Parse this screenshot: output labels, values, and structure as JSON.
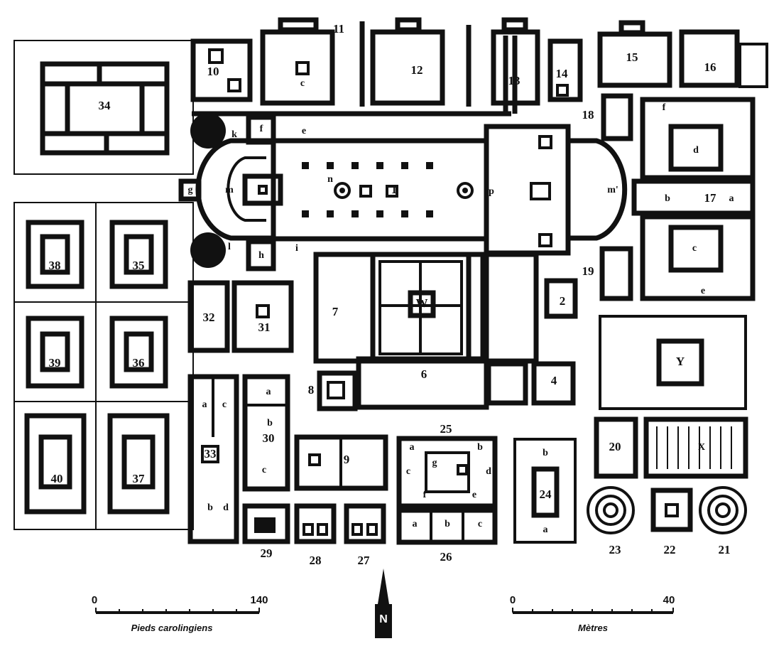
{
  "labels": {
    "b1": "1",
    "b2": "2",
    "b4": "4",
    "b6": "6",
    "b7": "7",
    "b8": "8",
    "b9": "9",
    "b10": "10",
    "b11": "11",
    "b12": "12",
    "b13": "13",
    "b14": "14",
    "b15": "15",
    "b16": "16",
    "b17": "17",
    "b18": "18",
    "b19": "19",
    "b20": "20",
    "b21": "21",
    "b22": "22",
    "b23": "23",
    "b24": "24",
    "b25": "25",
    "b26": "26",
    "b27": "27",
    "b28": "28",
    "b29": "29",
    "b30": "30",
    "b31": "31",
    "b32": "32",
    "b33": "33",
    "b34": "34",
    "b35": "35",
    "b36": "36",
    "b37": "37",
    "b38": "38",
    "b39": "39",
    "b40": "40",
    "W": "W",
    "Y": "Y",
    "X": "X",
    "la": "a",
    "lb": "b",
    "lc": "c",
    "ld": "d",
    "le": "e",
    "lf": "f",
    "lg": "g",
    "lh": "h",
    "li": "i",
    "lk": "k",
    "ll": "l",
    "lm": "m",
    "lm2": "m'",
    "ln": "n",
    "lp": "p"
  },
  "scale_left": {
    "start": "0",
    "end": "140",
    "unit": "Pieds carolingiens"
  },
  "scale_right": {
    "start": "0",
    "end": "40",
    "unit": "Mètres"
  },
  "north": "N"
}
